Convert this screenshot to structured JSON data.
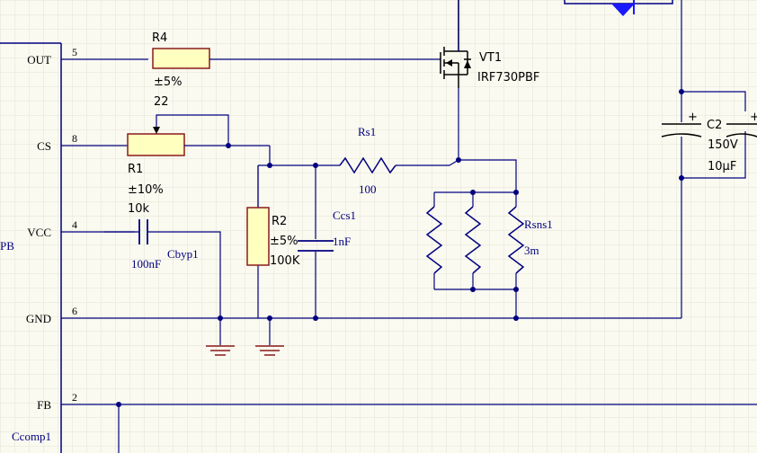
{
  "ic": {
    "pins": [
      {
        "name": "OUT",
        "number": "5"
      },
      {
        "name": "CS",
        "number": "8"
      },
      {
        "name": "VCC",
        "number": "4"
      },
      {
        "name": "GND",
        "number": "6"
      },
      {
        "name": "FB",
        "number": "2"
      }
    ],
    "partial_label": "PB"
  },
  "components": {
    "r4": {
      "ref": "R4",
      "tolerance": "±5%",
      "value": "22"
    },
    "r1": {
      "ref": "R1",
      "tolerance": "±10%",
      "value": "10k"
    },
    "r2": {
      "ref": "R2",
      "tolerance": "±5%",
      "value": "100K"
    },
    "rs1": {
      "ref": "Rs1",
      "value": "100"
    },
    "ccs1": {
      "ref": "Ccs1",
      "value": "1nF"
    },
    "cbyp1": {
      "ref": "Cbyp1",
      "value": "100nF"
    },
    "rsns1": {
      "ref": "Rsns1",
      "value": "3m"
    },
    "vt1": {
      "ref": "VT1",
      "part": "IRF730PBF"
    },
    "c2": {
      "ref": "C2",
      "voltage": "150V",
      "value": "10µF",
      "polarity": "+"
    },
    "c_right_polarity": "+",
    "ccomp1": {
      "ref": "Ccomp1"
    }
  },
  "colors": {
    "wire": "#000080",
    "component": "#8b1a1a",
    "component_fill": "#ffffc0",
    "grid": "#e2e2d6",
    "diode": "#1a1aff"
  }
}
